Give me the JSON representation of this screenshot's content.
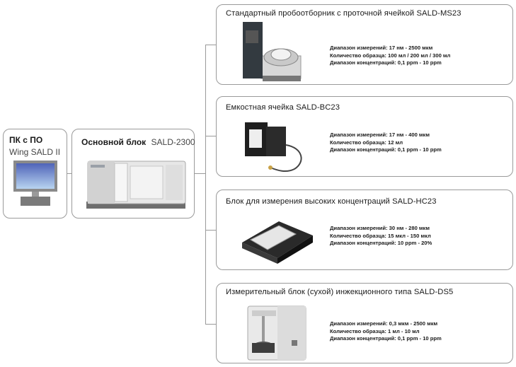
{
  "pc": {
    "title": "ПК с ПО",
    "software": "Wing SALD II"
  },
  "main_unit": {
    "title_bold": "Основной блок",
    "model": "SALD-2300"
  },
  "modules": [
    {
      "title": "Стандартный пробоотборник с проточной ячейкой SALD-MS23",
      "specs": [
        "Диапазон измерений: 17 нм - 2500 мкм",
        "Количество образца: 100 мл / 200 мл / 300 мл",
        "Диапазон концентраций: 0,1 ppm - 10 ppm"
      ]
    },
    {
      "title": "Емкостная ячейка SALD-BC23",
      "specs": [
        "Диапазон измерений: 17 нм - 400 мкм",
        "Количество образца: 12 мл",
        "Диапазон концентраций: 0,1 ppm - 10 ppm"
      ]
    },
    {
      "title": "Блок для измерения высоких концентраций SALD-HC23",
      "specs": [
        "Диапазон измерений: 30 нм - 280 мкм",
        "Количество образца: 15 мкл - 150 мкл",
        "Диапазон концентраций: 10 ppm - 20%"
      ]
    },
    {
      "title": "Измерительный блок (сухой) инжекционного типа SALD-DS5",
      "specs": [
        "Диапазон измерений: 0,3 мкм - 2500 мкм",
        "Количество образца: 1 мл - 10 мл",
        "Диапазон концентраций: 0,1 ppm - 10 ppm"
      ]
    }
  ]
}
